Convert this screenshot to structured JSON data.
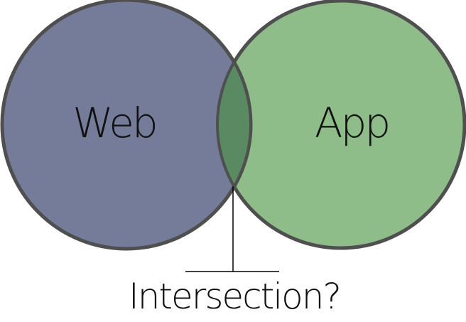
{
  "diagram": {
    "left_set": {
      "label": "Web",
      "fill_color": "#747c99",
      "stroke_color": "#4f4f4f"
    },
    "right_set": {
      "label": "App",
      "fill_color": "#8ebd89",
      "stroke_color": "#4f4f4f"
    },
    "intersection": {
      "label": "Intersection?",
      "fill_color": "#5a8a62",
      "pointer_color": "#000000"
    }
  }
}
